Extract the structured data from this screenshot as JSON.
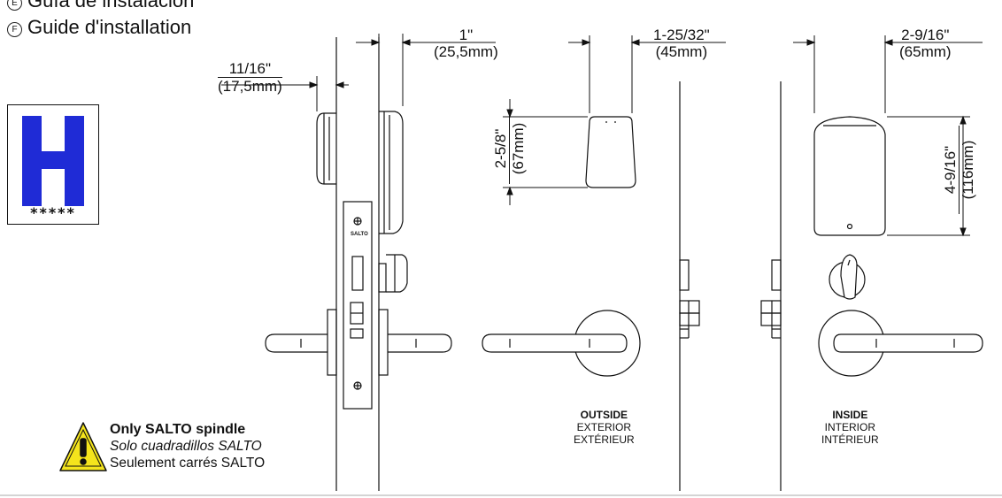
{
  "header": {
    "es_letter": "E",
    "es_title": "Guía de instalación",
    "fr_letter": "F",
    "fr_title": "Guide d'installation"
  },
  "badge": {
    "letter": "H",
    "stars": "*****",
    "color": "#1f2bd6"
  },
  "dimensions": {
    "backset": {
      "imperial": "11/16\"",
      "metric": "(17,5mm)"
    },
    "door_side": {
      "imperial": "1\"",
      "metric": "(25,5mm)"
    },
    "outside_depth": {
      "imperial": "1-25/32\"",
      "metric": "(45mm)"
    },
    "outside_height": {
      "imperial": "2-5/8\"",
      "metric": "(67mm)"
    },
    "inside_depth": {
      "imperial": "2-9/16\"",
      "metric": "(65mm)"
    },
    "inside_height": {
      "imperial": "4-9/16\"",
      "metric": "(116mm)"
    }
  },
  "lockbody_text": "SALTO",
  "warning": {
    "line_en": "Only SALTO spindle",
    "line_es": "Solo cuadradillos SALTO",
    "line_fr": "Seulement carrés SALTO"
  },
  "outside_label": {
    "en": "OUTSIDE",
    "es": "EXTERIOR",
    "fr": "EXTÉRIEUR"
  },
  "inside_label": {
    "en": "INSIDE",
    "es": "INTERIOR",
    "fr": "INTÉRIEUR"
  }
}
